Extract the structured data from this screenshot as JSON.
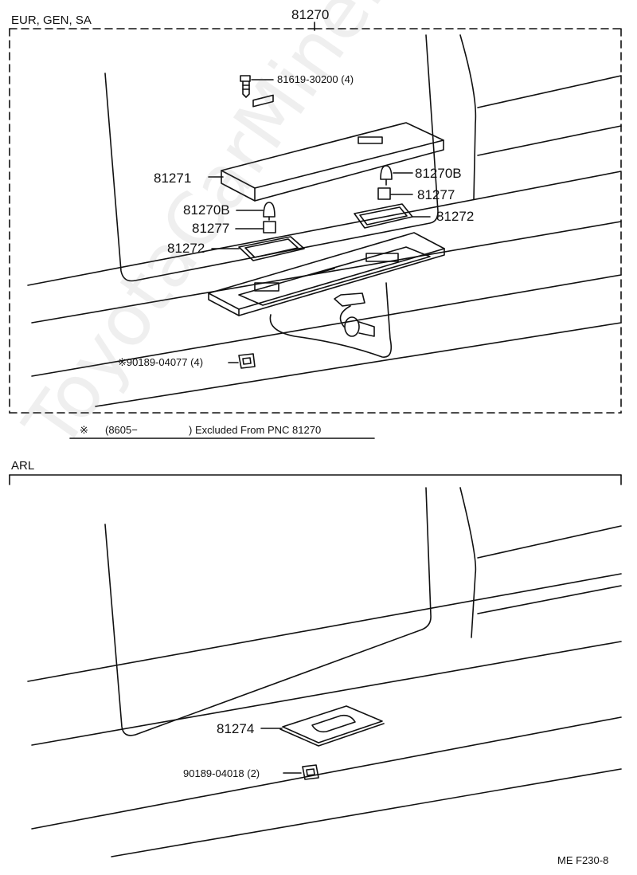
{
  "section_top": {
    "header": "EUR, GEN, SA",
    "assembly_no": "81270",
    "labels": {
      "screw": "81619-30200 (4)",
      "cover": "81271",
      "bulb_right": "81270B",
      "socket_right": "81277",
      "bulb_left": "81270B",
      "socket_left": "81277",
      "lens_right": "81272",
      "lens_left": "81272",
      "clip": "※90189-04077 (4)"
    }
  },
  "note": {
    "symbol": "※",
    "text": "(8605−",
    "text2": ") Excluded From PNC 81270"
  },
  "section_bottom": {
    "header": "ARL",
    "labels": {
      "lamp": "81274",
      "clip": "90189-04018 (2)"
    }
  },
  "footer_code": "ME F230-8",
  "watermark": "ToyotaCarMine.ru"
}
